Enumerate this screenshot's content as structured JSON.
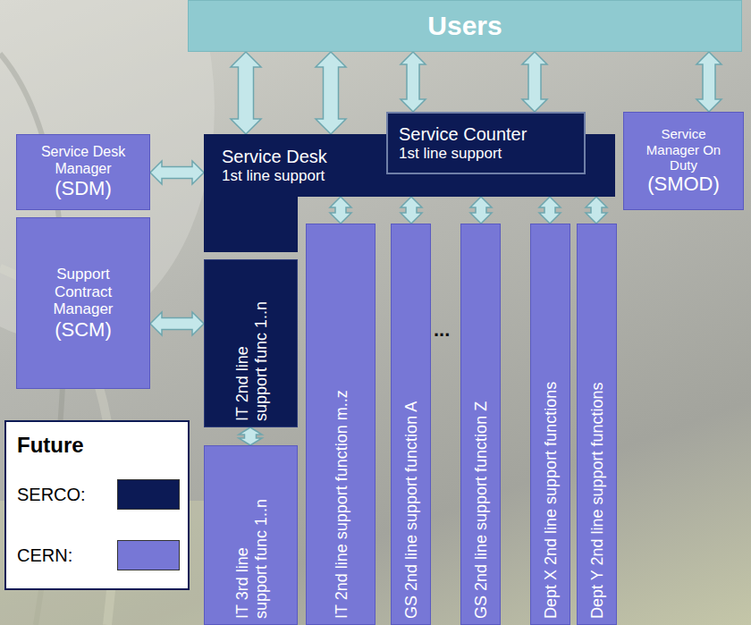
{
  "diagram": {
    "nodes": [
      {
        "text": [
          "Users"
        ]
      },
      {
        "text": [
          "Service Desk Manager",
          "(SDM)"
        ]
      },
      {
        "text": [
          "Support Contract Manager",
          "(SCM)"
        ]
      },
      {
        "text": [
          "Service Desk",
          "1st line support"
        ]
      },
      {
        "text": [
          "Service Counter",
          "1st line support"
        ]
      },
      {
        "text": [
          "Service Manager On Duty",
          "(SMOD)"
        ]
      },
      {
        "text": [
          "IT 2nd line support func 1..n"
        ]
      },
      {
        "text": [
          "IT 3rd line support func 1..n"
        ]
      },
      {
        "text": [
          "IT 2nd line support function m..z"
        ]
      },
      {
        "text": [
          "GS 2nd line support function A"
        ]
      },
      {
        "text": [
          "GS 2nd line support function Z"
        ]
      },
      {
        "text": [
          "Dept X 2nd line support functions"
        ]
      },
      {
        "text": [
          "Dept Y 2nd line support functions"
        ]
      }
    ],
    "edges": [
      {
        "from": 0,
        "to": 3,
        "arrow": "both"
      },
      {
        "from": 0,
        "to": 3,
        "arrow": "both"
      },
      {
        "from": 0,
        "to": 4,
        "arrow": "both"
      },
      {
        "from": 0,
        "to": 4,
        "arrow": "both"
      },
      {
        "from": 0,
        "to": 5,
        "arrow": "both"
      },
      {
        "from": 1,
        "to": 3,
        "arrow": "both"
      },
      {
        "from": 2,
        "to": 6,
        "arrow": "both"
      },
      {
        "from": 3,
        "to": 8,
        "arrow": "both"
      },
      {
        "from": 3,
        "to": 9,
        "arrow": "both"
      },
      {
        "from": 3,
        "to": 10,
        "arrow": "both"
      },
      {
        "from": 3,
        "to": 11,
        "arrow": "both"
      },
      {
        "from": 3,
        "to": 12,
        "arrow": "both"
      },
      {
        "from": 6,
        "to": 7,
        "arrow": "both"
      }
    ],
    "labels": [
      "Future",
      "..."
    ],
    "legend": [
      {
        "text": "SERCO:",
        "color": "#0c1a55"
      },
      {
        "text": "CERN:",
        "color": "#7777d6"
      }
    ]
  }
}
